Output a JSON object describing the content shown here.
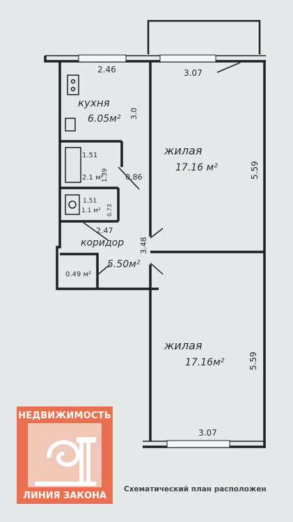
{
  "rooms": {
    "kitchen": {
      "name": "кухня",
      "area": "6.05м²",
      "dim_side": "3.0",
      "dim_top": "2.46"
    },
    "living_top": {
      "name": "жилая",
      "area": "17.16 м²",
      "dim_side": "5.59",
      "dim_top": "3.07"
    },
    "bath": {
      "dim_w": "1.51",
      "area": "2.1 м²",
      "dim_h": "1.39"
    },
    "toilet": {
      "dim_w": "1.51",
      "area": "1.1 м²",
      "dim_h": "0.73"
    },
    "door_dim": "0.86",
    "corridor": {
      "name": "коридор",
      "area": "5.50м²",
      "dim_w": "2.47",
      "dim_h": "3.48"
    },
    "closet": {
      "area": "0.49 м²"
    },
    "living_bottom": {
      "name": "жилая",
      "area": "17.16м²",
      "dim_side": "5.59",
      "dim_bottom": "3.07"
    }
  },
  "logo": {
    "top": "НЕДВИЖИМОСТЬ",
    "bottom": "ЛИНИЯ ЗАКОНА"
  },
  "caption": "Схематический план расположен",
  "colors": {
    "background": "#e6e8ea",
    "wall": "#1f1f1f",
    "logo": "#e86f4f"
  }
}
